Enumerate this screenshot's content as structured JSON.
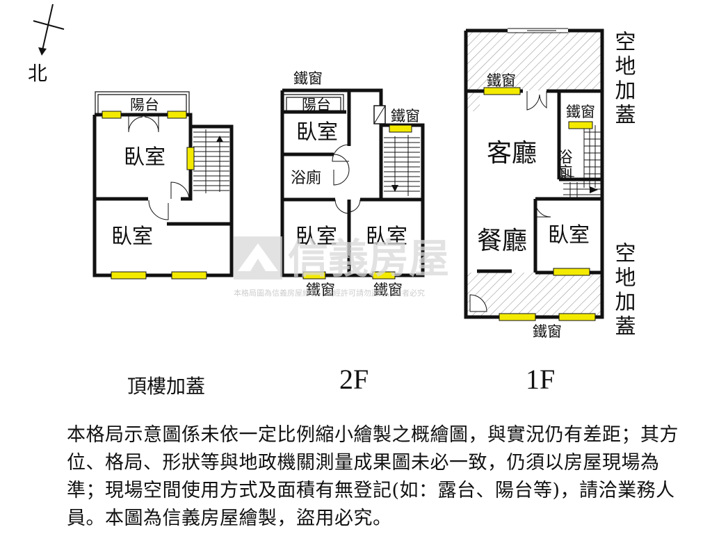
{
  "compass": {
    "north_label": "北"
  },
  "watermark": {
    "brand": "信義房屋",
    "fine_print": "本格局圖為信義房屋繪製，未經許可請勿盜用，違者必究"
  },
  "rooftop": {
    "floor_label": "頂樓加蓋",
    "balcony": "陽台",
    "bedroom_top": "臥室",
    "bedroom_bottom": "臥室"
  },
  "floor2": {
    "floor_label": "2F",
    "iron_window_top": "鐵窗",
    "balcony": "陽台",
    "bedroom_small": "臥室",
    "iron_window_stair": "鐵窗",
    "bathroom": "浴廁",
    "bedroom_left": "臥室",
    "bedroom_right": "臥室",
    "iron_window_bottom_left": "鐵窗",
    "iron_window_bottom_right": "鐵窗"
  },
  "floor1": {
    "floor_label": "1F",
    "iron_window_top": "鐵窗",
    "iron_window_bath": "鐵窗",
    "living_room": "客廳",
    "bathroom": "浴廁",
    "dining_room": "餐廳",
    "bedroom": "臥室",
    "iron_window_bottom": "鐵窗",
    "side_note_top": "空地加蓋",
    "side_note_bottom": "空地加蓋"
  },
  "disclaimer": "本格局示意圖係未依一定比例縮小繪製之概繪圖，與實況仍有差距；其方位、格局、形狀等與地政機關測量成果圖未必一致，仍須以房屋現場為準；現場空間使用方式及面積有無登記(如：露台、陽台等)，請洽業務人員。本圖為信義房屋繪製，盜用必究。",
  "colors": {
    "wall": "#111111",
    "window_fill": "#f3ea00",
    "hatch": "#8a8a8a",
    "watermark": "#d9d9d9"
  }
}
